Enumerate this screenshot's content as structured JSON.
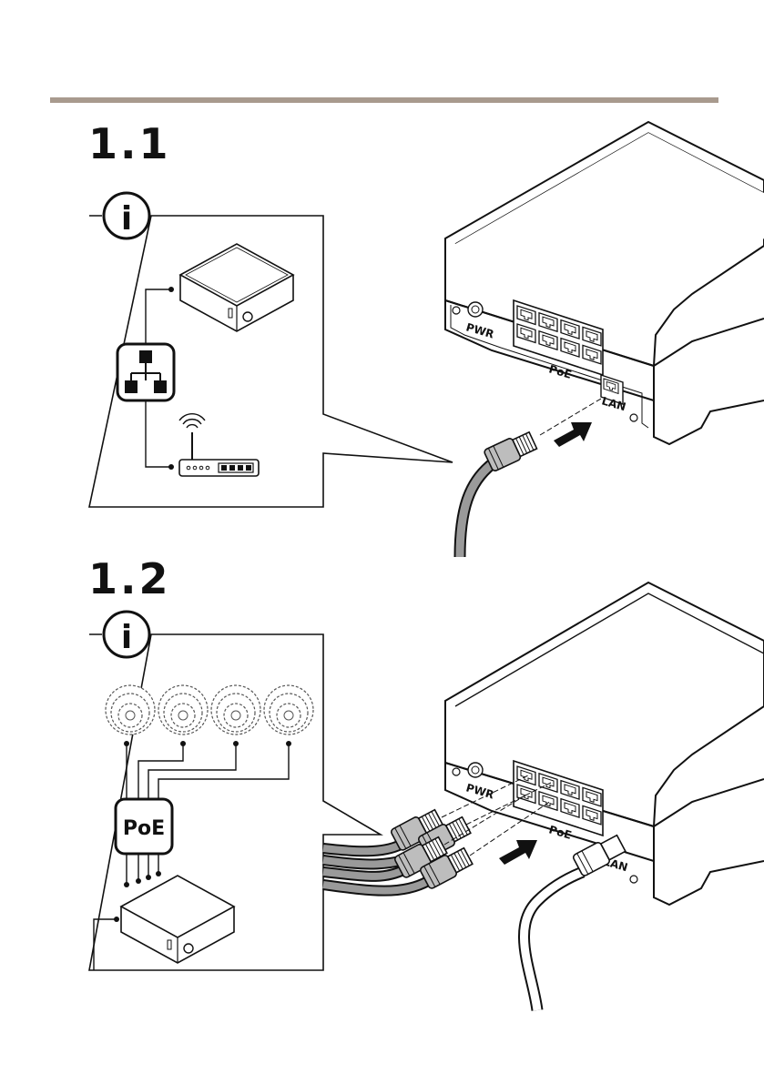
{
  "steps": [
    {
      "number": "1.1"
    },
    {
      "number": "1.2"
    }
  ],
  "labels": {
    "pwr": "PWR",
    "poe": "PoE",
    "lan": "LAN",
    "info_symbol": "i",
    "poe_badge": "PoE"
  },
  "icons": {
    "info": "info-icon",
    "network": "network-topology-icon",
    "poe": "poe-icon",
    "router": "router-icon",
    "switch": "poe-switch-icon",
    "camera": "dome-camera-icon",
    "arrow": "insert-arrow-icon"
  },
  "colors": {
    "accent_bar": "#a89a8e",
    "line": "#111111",
    "cable_gray": "#8a8a8a"
  }
}
